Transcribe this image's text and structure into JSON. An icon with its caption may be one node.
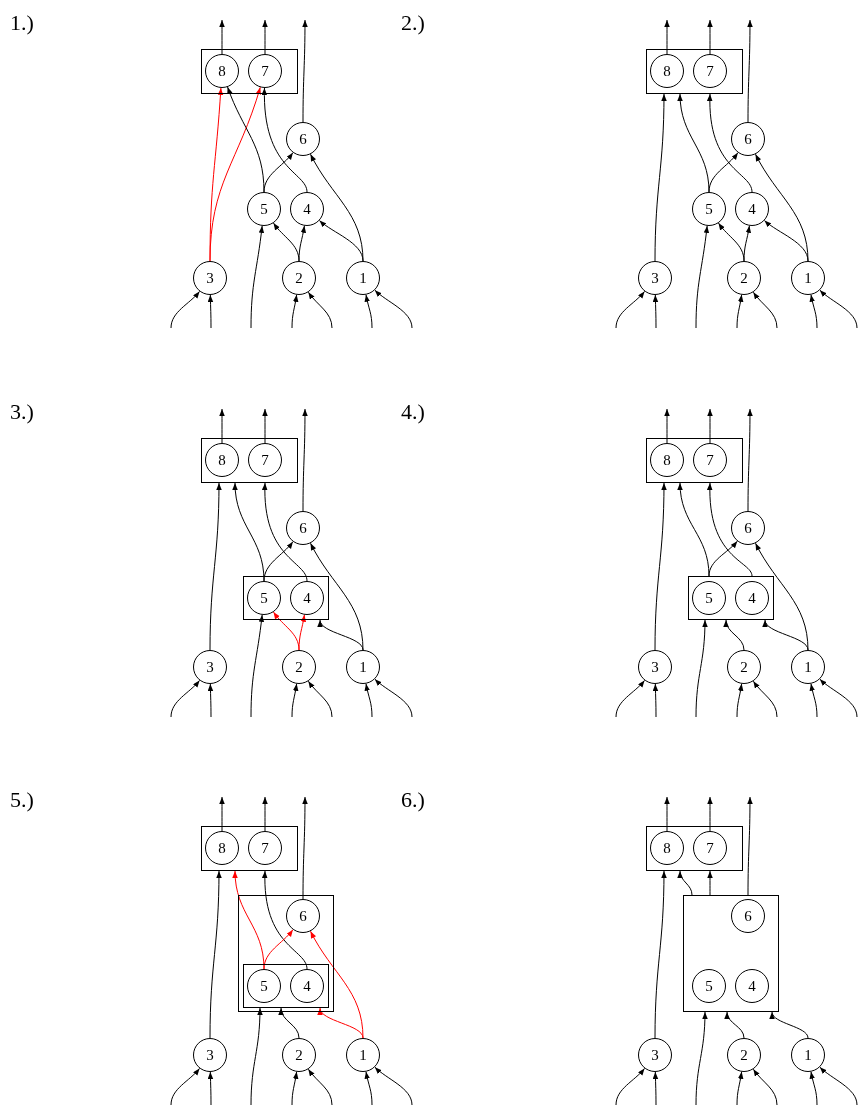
{
  "diagram": {
    "nodes": [
      {
        "text": [],
        "shape": "box"
      },
      {
        "text": [
          "8"
        ],
        "in": 0
      },
      {
        "text": [
          "7"
        ],
        "in": 0
      },
      {
        "text": [
          "6"
        ]
      },
      {
        "text": [
          "5"
        ]
      },
      {
        "text": [
          "4"
        ]
      },
      {
        "text": [
          "3"
        ]
      },
      {
        "text": [
          "2"
        ]
      },
      {
        "text": [
          "1"
        ]
      },
      {
        "text": [],
        "shape": "box"
      },
      {
        "text": [
          "8"
        ],
        "in": 9
      },
      {
        "text": [
          "7"
        ],
        "in": 9
      },
      {
        "text": [
          "6"
        ]
      },
      {
        "text": [
          "5"
        ]
      },
      {
        "text": [
          "4"
        ]
      },
      {
        "text": [
          "3"
        ]
      },
      {
        "text": [
          "2"
        ]
      },
      {
        "text": [
          "1"
        ]
      },
      {
        "text": [],
        "shape": "box"
      },
      {
        "text": [
          "8"
        ],
        "in": 18
      },
      {
        "text": [
          "7"
        ],
        "in": 18
      },
      {
        "text": [
          "6"
        ]
      },
      {
        "text": [],
        "shape": "box"
      },
      {
        "text": [
          "5"
        ],
        "in": 22
      },
      {
        "text": [
          "4"
        ],
        "in": 22
      },
      {
        "text": [
          "3"
        ]
      },
      {
        "text": [
          "2"
        ]
      },
      {
        "text": [
          "1"
        ]
      },
      {
        "text": [],
        "shape": "box"
      },
      {
        "text": [
          "8"
        ],
        "in": 28
      },
      {
        "text": [
          "7"
        ],
        "in": 28
      },
      {
        "text": [
          "6"
        ]
      },
      {
        "text": [],
        "shape": "box"
      },
      {
        "text": [
          "5"
        ],
        "in": 32
      },
      {
        "text": [
          "4"
        ],
        "in": 32
      },
      {
        "text": [
          "3"
        ]
      },
      {
        "text": [
          "2"
        ]
      },
      {
        "text": [
          "1"
        ]
      },
      {
        "text": [],
        "shape": "box"
      },
      {
        "text": [
          "8"
        ],
        "in": 38
      },
      {
        "text": [
          "7"
        ],
        "in": 38
      },
      {
        "text": [],
        "shape": "box"
      },
      {
        "text": [
          "6"
        ],
        "in": 41
      },
      {
        "text": [],
        "shape": "box",
        "in": 41
      },
      {
        "text": [
          "5"
        ],
        "in": 43
      },
      {
        "text": [
          "4"
        ],
        "in": 43
      },
      {
        "text": [
          "3"
        ]
      },
      {
        "text": [
          "2"
        ]
      },
      {
        "text": [
          "1"
        ]
      },
      {
        "text": [],
        "shape": "box"
      },
      {
        "text": [
          "8"
        ],
        "in": 49
      },
      {
        "text": [
          "7"
        ],
        "in": 49
      },
      {
        "text": [],
        "shape": "box"
      },
      {
        "text": [
          "6"
        ],
        "in": 52
      },
      {
        "text": [
          "5"
        ],
        "in": 52
      },
      {
        "text": [
          "4"
        ],
        "in": 52
      },
      {
        "text": [
          "3"
        ]
      },
      {
        "text": [
          "2"
        ]
      },
      {
        "text": [
          "1"
        ]
      }
    ],
    "edges": [
      {
        "from": 1,
        "to": null,
        "arrow": "to"
      },
      {
        "from": 2,
        "to": null,
        "arrow": "to"
      },
      {
        "from": 3,
        "to": null,
        "arrow": "to"
      },
      {
        "from": 6,
        "to": 1,
        "arrow": "to",
        "color": "#ff0000"
      },
      {
        "from": 6,
        "to": 2,
        "arrow": "to",
        "color": "#ff0000"
      },
      {
        "from": 4,
        "to": 1,
        "arrow": "to"
      },
      {
        "from": 5,
        "to": 2,
        "arrow": "to"
      },
      {
        "from": 4,
        "to": 3,
        "arrow": "to"
      },
      {
        "from": 8,
        "to": 3,
        "arrow": "to"
      },
      {
        "from": 7,
        "to": 4,
        "arrow": "to"
      },
      {
        "from": 7,
        "to": 5,
        "arrow": "to"
      },
      {
        "from": 8,
        "to": 5,
        "arrow": "to"
      },
      {
        "from": null,
        "to": 6,
        "arrow": "to"
      },
      {
        "from": null,
        "to": 6,
        "arrow": "to"
      },
      {
        "from": null,
        "to": 4,
        "arrow": "to"
      },
      {
        "from": null,
        "to": 7,
        "arrow": "to"
      },
      {
        "from": null,
        "to": 7,
        "arrow": "to"
      },
      {
        "from": null,
        "to": 8,
        "arrow": "to"
      },
      {
        "from": null,
        "to": 8,
        "arrow": "to"
      },
      {
        "from": 10,
        "to": null,
        "arrow": "to"
      },
      {
        "from": 11,
        "to": null,
        "arrow": "to"
      },
      {
        "from": 12,
        "to": null,
        "arrow": "to"
      },
      {
        "from": 15,
        "to": 9,
        "arrow": "to"
      },
      {
        "from": 13,
        "to": 9,
        "arrow": "to"
      },
      {
        "from": 14,
        "to": 9,
        "arrow": "to"
      },
      {
        "from": 13,
        "to": 12,
        "arrow": "to"
      },
      {
        "from": 17,
        "to": 12,
        "arrow": "to"
      },
      {
        "from": 16,
        "to": 13,
        "arrow": "to"
      },
      {
        "from": 16,
        "to": 14,
        "arrow": "to"
      },
      {
        "from": 17,
        "to": 14,
        "arrow": "to"
      },
      {
        "from": null,
        "to": 15,
        "arrow": "to"
      },
      {
        "from": null,
        "to": 15,
        "arrow": "to"
      },
      {
        "from": null,
        "to": 13,
        "arrow": "to"
      },
      {
        "from": null,
        "to": 16,
        "arrow": "to"
      },
      {
        "from": null,
        "to": 16,
        "arrow": "to"
      },
      {
        "from": null,
        "to": 17,
        "arrow": "to"
      },
      {
        "from": null,
        "to": 17,
        "arrow": "to"
      },
      {
        "from": 19,
        "to": null,
        "arrow": "to"
      },
      {
        "from": 20,
        "to": null,
        "arrow": "to"
      },
      {
        "from": 21,
        "to": null,
        "arrow": "to"
      },
      {
        "from": 25,
        "to": 18,
        "arrow": "to"
      },
      {
        "from": 23,
        "to": 18,
        "arrow": "to"
      },
      {
        "from": 24,
        "to": 18,
        "arrow": "to"
      },
      {
        "from": 23,
        "to": 21,
        "arrow": "to"
      },
      {
        "from": 27,
        "to": 21,
        "arrow": "to"
      },
      {
        "from": 26,
        "to": 23,
        "arrow": "to",
        "color": "#ff0000"
      },
      {
        "from": 26,
        "to": 24,
        "arrow": "to",
        "color": "#ff0000"
      },
      {
        "from": 27,
        "to": 22,
        "arrow": "to"
      },
      {
        "from": null,
        "to": 25,
        "arrow": "to"
      },
      {
        "from": null,
        "to": 25,
        "arrow": "to"
      },
      {
        "from": null,
        "to": 23,
        "arrow": "to"
      },
      {
        "from": null,
        "to": 26,
        "arrow": "to"
      },
      {
        "from": null,
        "to": 26,
        "arrow": "to"
      },
      {
        "from": null,
        "to": 27,
        "arrow": "to"
      },
      {
        "from": null,
        "to": 27,
        "arrow": "to"
      },
      {
        "from": 29,
        "to": null,
        "arrow": "to"
      },
      {
        "from": 30,
        "to": null,
        "arrow": "to"
      },
      {
        "from": 31,
        "to": null,
        "arrow": "to"
      },
      {
        "from": 35,
        "to": 28,
        "arrow": "to"
      },
      {
        "from": 32,
        "to": 28,
        "arrow": "to"
      },
      {
        "from": 32,
        "to": 28,
        "arrow": "to"
      },
      {
        "from": 32,
        "to": 31,
        "arrow": "to"
      },
      {
        "from": 37,
        "to": 31,
        "arrow": "to"
      },
      {
        "from": 36,
        "to": 32,
        "arrow": "to"
      },
      {
        "from": 37,
        "to": 32,
        "arrow": "to"
      },
      {
        "from": null,
        "to": 35,
        "arrow": "to"
      },
      {
        "from": null,
        "to": 35,
        "arrow": "to"
      },
      {
        "from": null,
        "to": 32,
        "arrow": "to"
      },
      {
        "from": null,
        "to": 36,
        "arrow": "to"
      },
      {
        "from": null,
        "to": 36,
        "arrow": "to"
      },
      {
        "from": null,
        "to": 37,
        "arrow": "to"
      },
      {
        "from": null,
        "to": 37,
        "arrow": "to"
      },
      {
        "from": 39,
        "to": null,
        "arrow": "to"
      },
      {
        "from": 40,
        "to": null,
        "arrow": "to"
      },
      {
        "from": 42,
        "to": null,
        "arrow": "to"
      },
      {
        "from": 46,
        "to": 38,
        "arrow": "to"
      },
      {
        "from": 44,
        "to": 38,
        "arrow": "to",
        "color": "#ff0000"
      },
      {
        "from": 45,
        "to": 38,
        "arrow": "to"
      },
      {
        "from": 44,
        "to": 42,
        "arrow": "to",
        "color": "#ff0000"
      },
      {
        "from": 48,
        "to": 42,
        "arrow": "to",
        "color": "#ff0000"
      },
      {
        "from": 48,
        "to": 43,
        "arrow": "to",
        "color": "#ff0000"
      },
      {
        "from": 47,
        "to": 43,
        "arrow": "to"
      },
      {
        "from": null,
        "to": 46,
        "arrow": "to"
      },
      {
        "from": null,
        "to": 46,
        "arrow": "to"
      },
      {
        "from": null,
        "to": 43,
        "arrow": "to"
      },
      {
        "from": null,
        "to": 47,
        "arrow": "to"
      },
      {
        "from": null,
        "to": 47,
        "arrow": "to"
      },
      {
        "from": null,
        "to": 48,
        "arrow": "to"
      },
      {
        "from": null,
        "to": 48,
        "arrow": "to"
      },
      {
        "from": 50,
        "to": null,
        "arrow": "to"
      },
      {
        "from": 51,
        "to": null,
        "arrow": "to"
      },
      {
        "from": 52,
        "to": null,
        "arrow": "to"
      },
      {
        "from": 56,
        "to": 49,
        "arrow": "to"
      },
      {
        "from": 52,
        "to": 49,
        "arrow": "to"
      },
      {
        "from": 52,
        "to": 49,
        "arrow": "to"
      },
      {
        "from": 57,
        "to": 52,
        "arrow": "to"
      },
      {
        "from": 58,
        "to": 52,
        "arrow": "to"
      },
      {
        "from": null,
        "to": 56,
        "arrow": "to"
      },
      {
        "from": null,
        "to": 56,
        "arrow": "to"
      },
      {
        "from": null,
        "to": 52,
        "arrow": "to"
      },
      {
        "from": null,
        "to": 57,
        "arrow": "to"
      },
      {
        "from": null,
        "to": 57,
        "arrow": "to"
      },
      {
        "from": null,
        "to": 58,
        "arrow": "to"
      },
      {
        "from": null,
        "to": 58,
        "arrow": "to"
      }
    ],
    "labels": [
      "1.)",
      "2.)",
      "3.)",
      "4.)",
      "5.)",
      "6.)"
    ]
  }
}
